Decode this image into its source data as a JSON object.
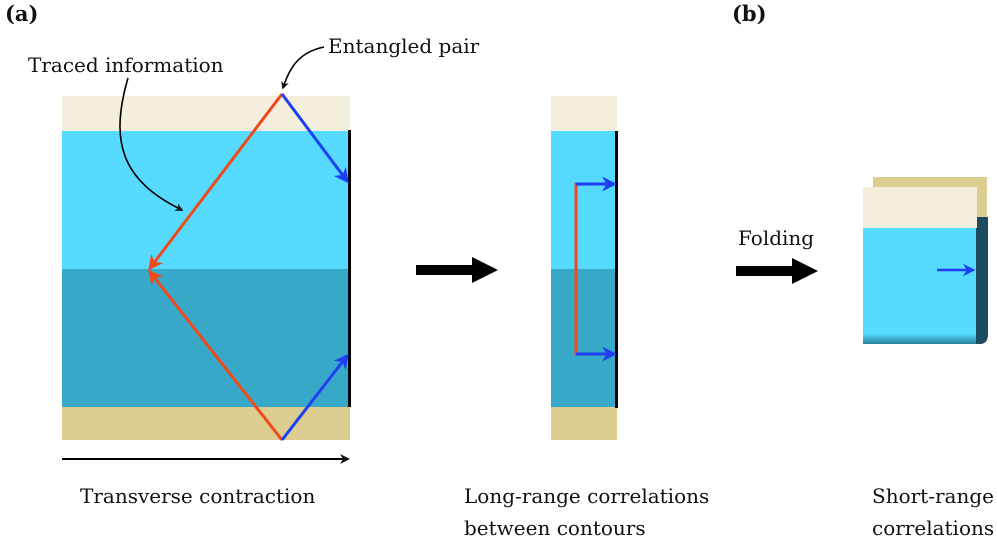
{
  "panels": {
    "a": "(a)",
    "b": "(b)"
  },
  "annotations": {
    "entangled_pair": "Entangled pair",
    "traced_information": "Traced information"
  },
  "captions": {
    "transverse": "Transverse contraction",
    "long_range_line1": "Long-range correlations",
    "long_range_line2": "between contours",
    "folding": "Folding",
    "short_range_line1": "Short-range",
    "short_range_line2": "correlations"
  },
  "colors": {
    "top_band": "#f4efdc",
    "upper_region": "#56daff",
    "lower_region": "#38a8c8",
    "bottom_band": "#dccd90",
    "red_path": "#f04a1c",
    "blue_path": "#1f3ff5",
    "dark_edge": "#1c4a5e"
  }
}
